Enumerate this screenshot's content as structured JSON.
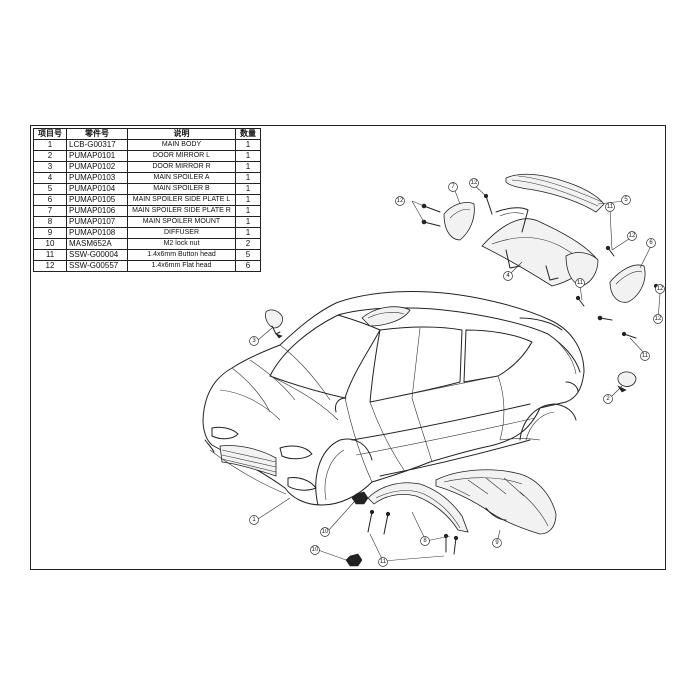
{
  "parts_table": {
    "headers": {
      "no": "项目号",
      "part": "零件号",
      "desc": "说明",
      "qty": "数量"
    },
    "rows": [
      {
        "no": "1",
        "part": "LCB-G00317",
        "desc": "MAIN BODY",
        "qty": "1"
      },
      {
        "no": "2",
        "part": "PUMAP0101",
        "desc": "DOOR MIRROR L",
        "qty": "1"
      },
      {
        "no": "3",
        "part": "PUMAP0102",
        "desc": "DOOR MIRROR R",
        "qty": "1"
      },
      {
        "no": "4",
        "part": "PUMAP0103",
        "desc": "MAIN SPOILER A",
        "qty": "1"
      },
      {
        "no": "5",
        "part": "PUMAP0104",
        "desc": "MAIN SPOILER B",
        "qty": "1"
      },
      {
        "no": "6",
        "part": "PUMAP0105",
        "desc": "MAIN SPOILER SIDE PLATE L",
        "qty": "1"
      },
      {
        "no": "7",
        "part": "PUMAP0106",
        "desc": "MAIN SPOILER SIDE PLATE R",
        "qty": "1"
      },
      {
        "no": "8",
        "part": "PUMAP0107",
        "desc": "MAIN SPOILER MOUNT",
        "qty": "1"
      },
      {
        "no": "9",
        "part": "PUMAP0108",
        "desc": "DIFFUSER",
        "qty": "1"
      },
      {
        "no": "10",
        "part": "MASM652A",
        "desc": "M2 lock nut",
        "qty": "2"
      },
      {
        "no": "11",
        "part": "SSW-G00004",
        "desc": "1.4x6mm Button head",
        "qty": "5"
      },
      {
        "no": "12",
        "part": "SSW-G00557",
        "desc": "1.4x6mm Flat head",
        "qty": "6"
      }
    ]
  },
  "callouts": {
    "c1": "1",
    "c2": "2",
    "c3": "3",
    "c4": "4",
    "c5": "5",
    "c6": "6",
    "c7": "7",
    "c8": "8",
    "c9": "9",
    "c10a": "10",
    "c10b": "10",
    "c11a": "11",
    "c11b": "11",
    "c11c": "11",
    "c11d": "11",
    "c12a": "12",
    "c12b": "12",
    "c12c": "12",
    "c12d": "12",
    "c12e": "12"
  }
}
